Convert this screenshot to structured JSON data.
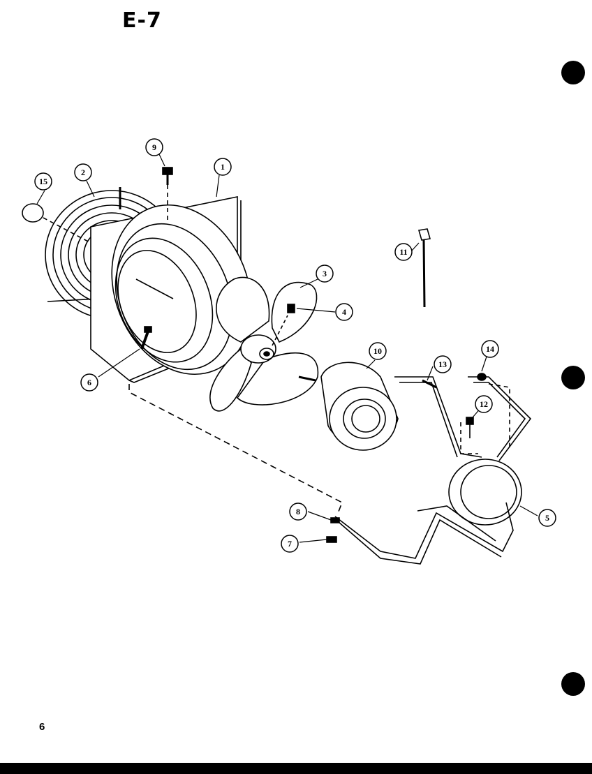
{
  "page": {
    "title": "E-7",
    "page_number": "6"
  },
  "callouts": [
    {
      "id": "1",
      "label": "1"
    },
    {
      "id": "2",
      "label": "2"
    },
    {
      "id": "3",
      "label": "3"
    },
    {
      "id": "4",
      "label": "4"
    },
    {
      "id": "5",
      "label": "5"
    },
    {
      "id": "6",
      "label": "6"
    },
    {
      "id": "7",
      "label": "7"
    },
    {
      "id": "8",
      "label": "8"
    },
    {
      "id": "9",
      "label": "9"
    },
    {
      "id": "10",
      "label": "10"
    },
    {
      "id": "11",
      "label": "11"
    },
    {
      "id": "12",
      "label": "12"
    },
    {
      "id": "13",
      "label": "13"
    },
    {
      "id": "14",
      "label": "14"
    },
    {
      "id": "15",
      "label": "15"
    }
  ],
  "colors": {
    "ink": "#000000",
    "paper": "#ffffff"
  }
}
